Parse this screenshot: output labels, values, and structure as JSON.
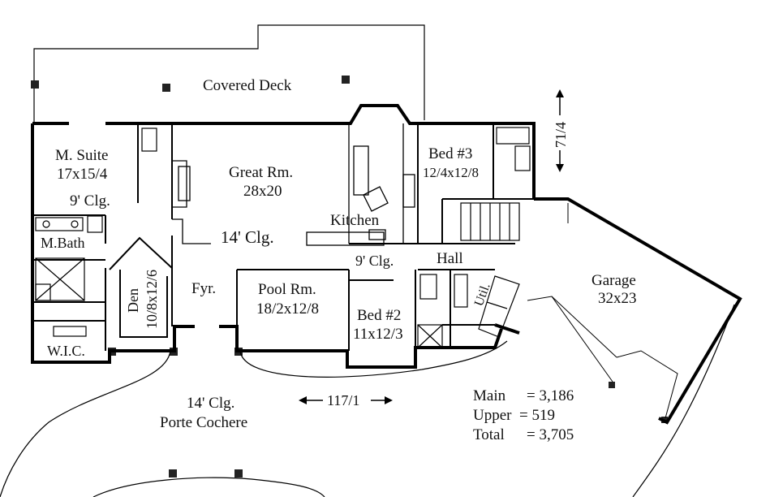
{
  "rooms": {
    "covered_deck": "Covered Deck",
    "m_suite": "M. Suite",
    "m_suite_size": "17x15/4",
    "m_suite_ceiling": "9' Clg.",
    "m_bath": "M.Bath",
    "wic": "W.I.C.",
    "den": "Den",
    "den_size": "10/8x12/6",
    "foyer": "Fyr.",
    "great_rm": "Great Rm.",
    "great_rm_size": "28x20",
    "great_rm_ceiling": "14' Clg.",
    "kitchen": "Kitchen",
    "pool_rm": "Pool Rm.",
    "pool_rm_size": "18/2x12/8",
    "hall_ceiling": "9' Clg.",
    "hall": "Hall",
    "bed3": "Bed #3",
    "bed3_size": "12/4x12/8",
    "bed2": "Bed #2",
    "bed2_size": "11x12/3",
    "util": "Util.",
    "garage": "Garage",
    "garage_size": "32x23",
    "porte_ceiling": "14' Clg.",
    "porte_cochere": "Porte Cochere"
  },
  "dimensions": {
    "width": "117/1",
    "depth": "71/4"
  },
  "area": {
    "main_label": "Main",
    "main_value": "= 3,186",
    "upper_label": "Upper",
    "upper_value": "= 519",
    "total_label": "Total",
    "total_value": "= 3,705"
  }
}
